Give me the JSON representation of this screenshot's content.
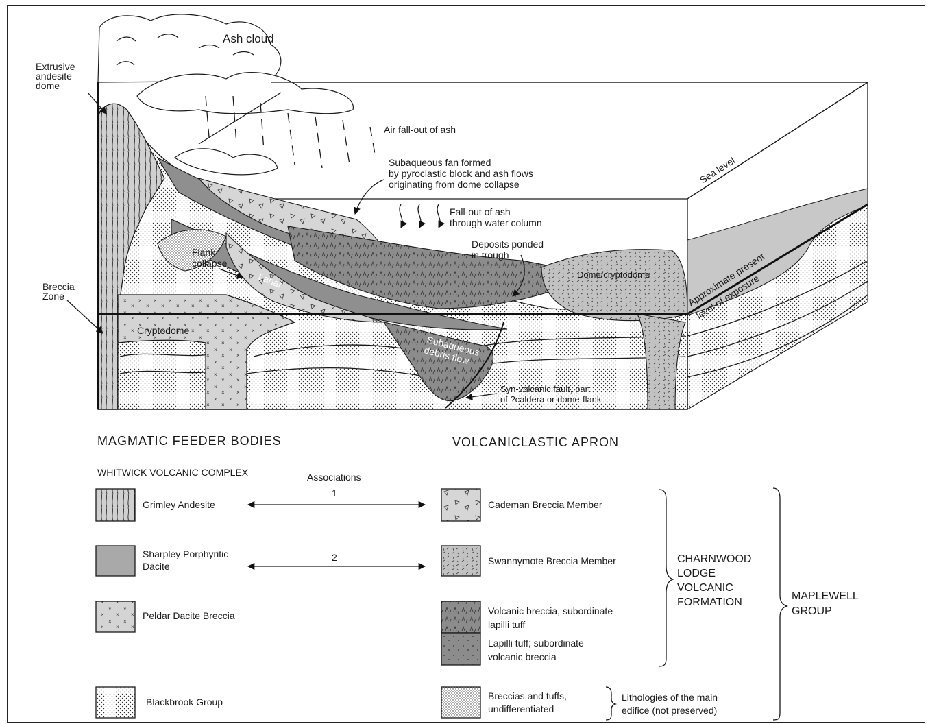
{
  "diagram": {
    "labels": {
      "ash_cloud": "Ash cloud",
      "extrusive_1": "Extrusive",
      "extrusive_2": "andesite",
      "extrusive_3": "dome",
      "air_fallout": "Air fall-out of ash",
      "fan_1": "Subaqueous fan formed",
      "fan_2": "by pyroclastic block and ash flows",
      "fan_3": "originating from dome collapse",
      "sea_level": "Sea level",
      "fallout_water_1": "Fall-out of ash",
      "fallout_water_2": "through water column",
      "ponded_1": "Deposits ponded",
      "ponded_2": "in trough",
      "flank_1": "Flank",
      "flank_2": "collapse",
      "lahar": "Lahar",
      "dome_crypto": "Dome/cryptodome",
      "exposure_1": "Approximate present",
      "exposure_2": "level of exposure",
      "breccia_1": "Breccia",
      "breccia_2": "Zone",
      "cryptodome": "Cryptodome",
      "debris_1": "Subaqueous",
      "debris_2": "debris flow",
      "fault_1": "Syn-volcanic fault, part",
      "fault_2": "of ?caldera or dome-flank"
    }
  },
  "legend": {
    "left_heading": "MAGMATIC  FEEDER  BODIES",
    "right_heading": "VOLCANICLASTIC  APRON",
    "complex": "WHITWICK VOLCANIC COMPLEX",
    "associations": "Associations",
    "assoc_1": "1",
    "assoc_2": "2",
    "left_items": [
      {
        "label_1": "Grimley Andesite",
        "label_2": "",
        "pattern": "andesite"
      },
      {
        "label_1": "Sharpley Porphyritic",
        "label_2": "Dacite",
        "pattern": "dacite"
      },
      {
        "label_1": "Peldar Dacite Breccia",
        "label_2": "",
        "pattern": "peldar"
      },
      {
        "label_1": "Blackbrook Group",
        "label_2": "",
        "pattern": "blackbrook"
      }
    ],
    "right_items": [
      {
        "label_1": "Cademan Breccia Member",
        "label_2": "",
        "pattern": "cademan"
      },
      {
        "label_1": "Swannymote Breccia Member",
        "label_2": "",
        "pattern": "swannymote"
      },
      {
        "label_1": "Volcanic breccia, subordinate",
        "label_2": "lapilli tuff",
        "pattern": "volcbreccia"
      },
      {
        "label_1": "Lapilli tuff; subordinate",
        "label_2": "volcanic breccia",
        "pattern": "lapilli"
      },
      {
        "label_1": "Breccias and tuffs,",
        "label_2": "undifferentiated",
        "pattern": "undiff"
      }
    ],
    "charnwood": [
      "CHARNWOOD",
      "LODGE",
      "VOLCANIC",
      "FORMATION"
    ],
    "maplewell": [
      "MAPLEWELL",
      "GROUP"
    ],
    "edifice_1": "Lithologies of the main",
    "edifice_2": "edifice (not preserved)"
  },
  "colors": {
    "light_grey": "#cfcfcf",
    "mid_grey": "#a9a9a9",
    "dark_grey": "#8a8a8a",
    "paper": "#ffffff",
    "ink": "#1a1a1a"
  }
}
